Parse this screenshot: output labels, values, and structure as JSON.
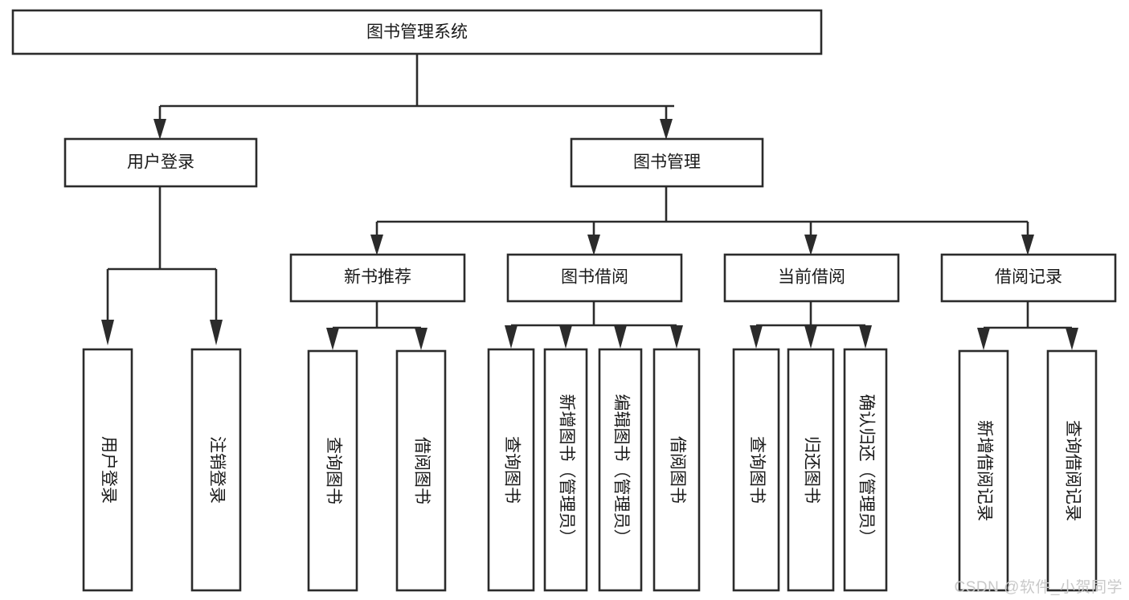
{
  "diagram": {
    "type": "tree",
    "title": "图书管理系统",
    "watermark": "CSDN @软件_小贺同学",
    "colors": {
      "stroke": "#2b2b2b",
      "box_fill": "#ffffff",
      "text": "#1a1a1a",
      "background": "#ffffff",
      "watermark": "#c9c9c9"
    },
    "levels": {
      "root": "图书管理系统",
      "level2": [
        "用户登录",
        "图书管理"
      ],
      "level3": [
        "新书推荐",
        "图书借阅",
        "当前借阅",
        "借阅记录"
      ]
    },
    "nodes": {
      "root": {
        "label": "图书管理系统",
        "orientation": "horizontal"
      },
      "user_login": {
        "label": "用户登录",
        "orientation": "horizontal"
      },
      "book_manage": {
        "label": "图书管理",
        "orientation": "horizontal"
      },
      "new_book_rec": {
        "label": "新书推荐",
        "orientation": "horizontal"
      },
      "book_borrow": {
        "label": "图书借阅",
        "orientation": "horizontal"
      },
      "current_borrow": {
        "label": "当前借阅",
        "orientation": "horizontal"
      },
      "borrow_record": {
        "label": "借阅记录",
        "orientation": "horizontal"
      },
      "leaf_1": {
        "label": "用户登录",
        "orientation": "vertical"
      },
      "leaf_2": {
        "label": "注销登录",
        "orientation": "vertical"
      },
      "leaf_3": {
        "label": "查询图书",
        "orientation": "vertical"
      },
      "leaf_4": {
        "label": "借阅图书",
        "orientation": "vertical"
      },
      "leaf_5": {
        "label": "查询图书",
        "orientation": "vertical"
      },
      "leaf_6": {
        "label": "新增图书（管理员）",
        "orientation": "vertical"
      },
      "leaf_7": {
        "label": "编辑图书（管理员）",
        "orientation": "vertical"
      },
      "leaf_8": {
        "label": "借阅图书",
        "orientation": "vertical"
      },
      "leaf_9": {
        "label": "查询图书",
        "orientation": "vertical"
      },
      "leaf_10": {
        "label": "归还图书",
        "orientation": "vertical"
      },
      "leaf_11": {
        "label": "确认归还（管理员）",
        "orientation": "vertical"
      },
      "leaf_12": {
        "label": "新增借阅记录",
        "orientation": "vertical"
      },
      "leaf_13": {
        "label": "查询借阅记录",
        "orientation": "vertical"
      }
    },
    "edges": [
      {
        "from": "root",
        "to": "user_login"
      },
      {
        "from": "root",
        "to": "book_manage"
      },
      {
        "from": "user_login",
        "to": "leaf_1"
      },
      {
        "from": "user_login",
        "to": "leaf_2"
      },
      {
        "from": "book_manage",
        "to": "new_book_rec"
      },
      {
        "from": "book_manage",
        "to": "book_borrow"
      },
      {
        "from": "book_manage",
        "to": "current_borrow"
      },
      {
        "from": "book_manage",
        "to": "borrow_record"
      },
      {
        "from": "new_book_rec",
        "to": "leaf_3"
      },
      {
        "from": "new_book_rec",
        "to": "leaf_4"
      },
      {
        "from": "book_borrow",
        "to": "leaf_5"
      },
      {
        "from": "book_borrow",
        "to": "leaf_6"
      },
      {
        "from": "book_borrow",
        "to": "leaf_7"
      },
      {
        "from": "book_borrow",
        "to": "leaf_8"
      },
      {
        "from": "current_borrow",
        "to": "leaf_9"
      },
      {
        "from": "current_borrow",
        "to": "leaf_10"
      },
      {
        "from": "current_borrow",
        "to": "leaf_11"
      },
      {
        "from": "borrow_record",
        "to": "leaf_12"
      },
      {
        "from": "borrow_record",
        "to": "leaf_13"
      }
    ]
  }
}
